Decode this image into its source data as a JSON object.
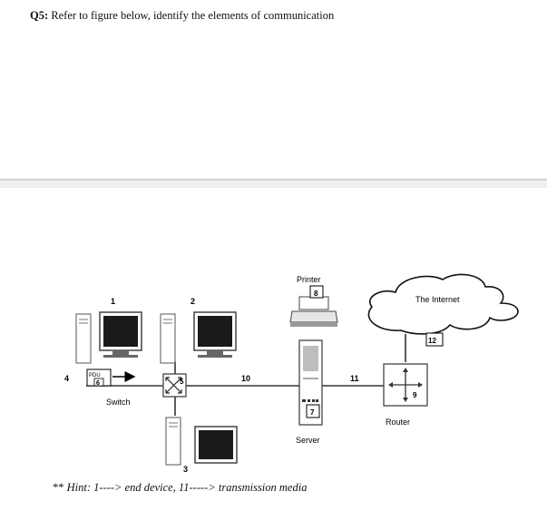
{
  "question": {
    "number": "Q5:",
    "text": "Refer to figure below, identify the elements of communication"
  },
  "diagram": {
    "labels": {
      "printer": "Printer",
      "internet": "The Internet",
      "switch": "Switch",
      "server": "Server",
      "router": "Router",
      "pdu": "PDU"
    },
    "numbers": [
      "1",
      "2",
      "3",
      "4",
      "5",
      "6",
      "7",
      "8",
      "9",
      "10",
      "11",
      "12"
    ]
  },
  "hint": {
    "stars": "**",
    "text": "Hint: 1----> end device, 11-----> transmission media"
  }
}
